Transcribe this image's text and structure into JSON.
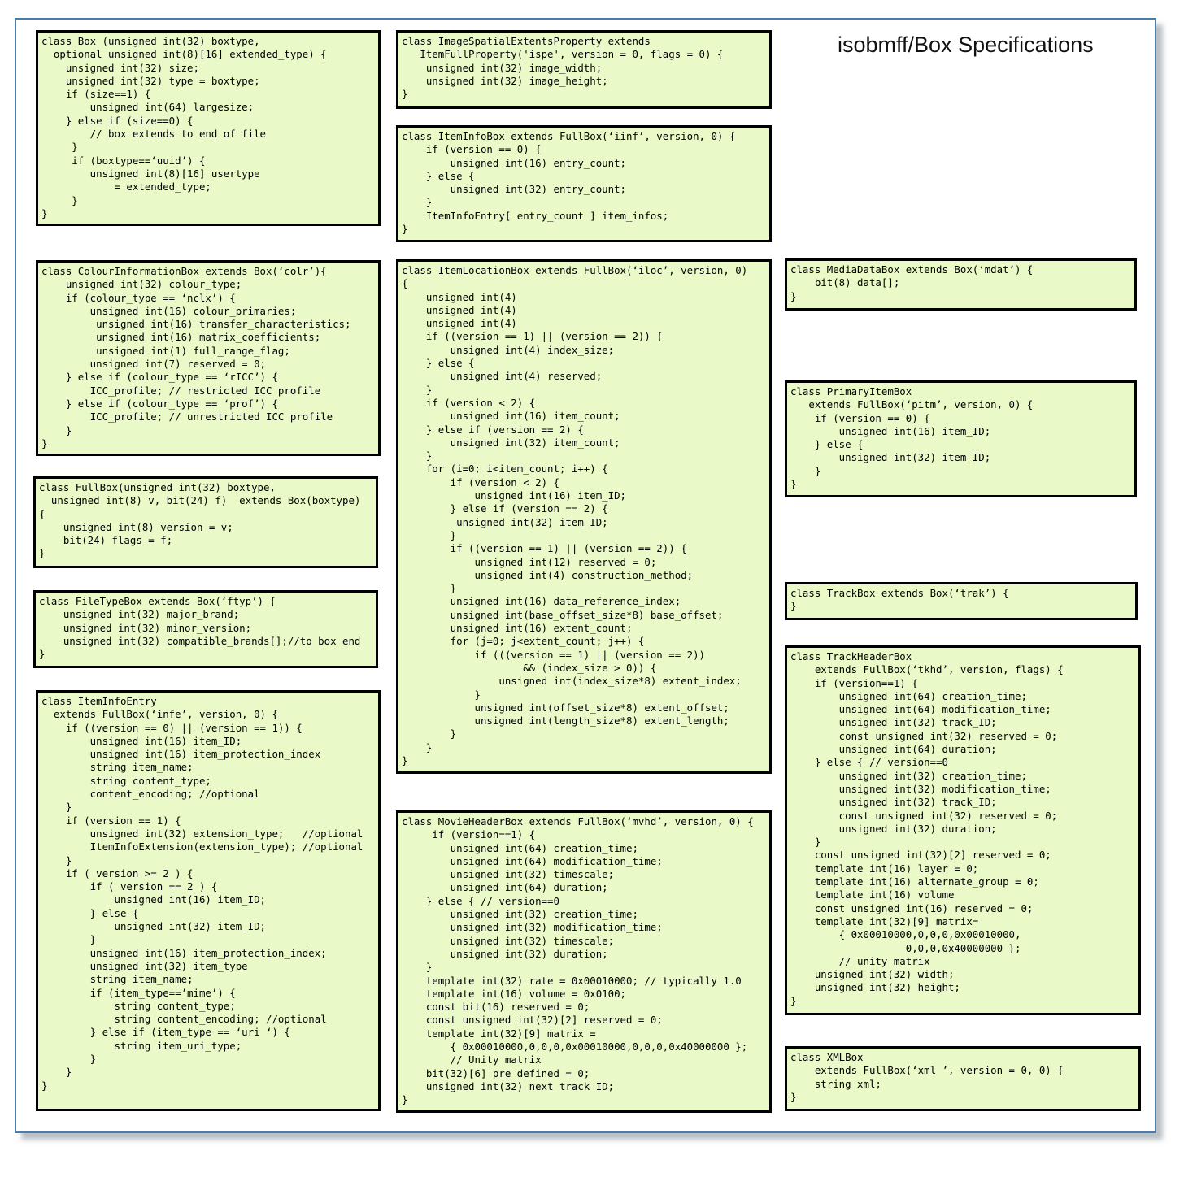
{
  "title": "isobmff/Box Specifications",
  "boxes": {
    "box": "class Box (unsigned int(32) boxtype,\n  optional unsigned int(8)[16] extended_type) {\n    unsigned int(32) size;\n    unsigned int(32) type = boxtype;\n    if (size==1) {\n        unsigned int(64) largesize;\n    } else if (size==0) {\n        // box extends to end of file\n     }\n     if (boxtype==‘uuid’) {\n        unsigned int(8)[16] usertype\n            = extended_type;\n     }\n}",
    "ispe": "class ImageSpatialExtentsProperty extends\n   ItemFullProperty('ispe', version = 0, flags = 0) {\n    unsigned int(32) image_width;\n    unsigned int(32) image_height;\n}",
    "iinf": "class ItemInfoBox extends FullBox(‘iinf’, version, 0) {\n    if (version == 0) {\n        unsigned int(16) entry_count;\n    } else {\n        unsigned int(32) entry_count;\n    }\n    ItemInfoEntry[ entry_count ] item_infos;\n}",
    "colr": "class ColourInformationBox extends Box(‘colr’){\n    unsigned int(32) colour_type;\n    if (colour_type == ‘nclx’) {\n        unsigned int(16) colour_primaries;\n         unsigned int(16) transfer_characteristics;\n         unsigned int(16) matrix_coefficients;\n         unsigned int(1) full_range_flag;\n        unsigned int(7) reserved = 0;\n    } else if (colour_type == ‘rICC’) {\n        ICC_profile; // restricted ICC profile\n    } else if (colour_type == ‘prof’) {\n        ICC_profile; // unrestricted ICC profile\n    }\n}",
    "iloc": "class ItemLocationBox extends FullBox(‘iloc’, version, 0)\n{\n    unsigned int(4)\n    unsigned int(4)\n    unsigned int(4)\n    if ((version == 1) || (version == 2)) {\n        unsigned int(4) index_size;\n    } else {\n        unsigned int(4) reserved;\n    }\n    if (version < 2) {\n        unsigned int(16) item_count;\n    } else if (version == 2) {\n        unsigned int(32) item_count;\n    }\n    for (i=0; i<item_count; i++) {\n        if (version < 2) {\n            unsigned int(16) item_ID;\n        } else if (version == 2) {\n         unsigned int(32) item_ID;\n        }\n        if ((version == 1) || (version == 2)) {\n            unsigned int(12) reserved = 0;\n            unsigned int(4) construction_method;\n        }\n        unsigned int(16) data_reference_index;\n        unsigned int(base_offset_size*8) base_offset;\n        unsigned int(16) extent_count;\n        for (j=0; j<extent_count; j++) {\n            if (((version == 1) || (version == 2))\n                    && (index_size > 0)) {\n                unsigned int(index_size*8) extent_index;\n            }\n            unsigned int(offset_size*8) extent_offset;\n            unsigned int(length_size*8) extent_length;\n        }\n    }\n}",
    "mdat": "class MediaDataBox extends Box(‘mdat’) {\n    bit(8) data[];\n}",
    "fullbox": "class FullBox(unsigned int(32) boxtype,\n  unsigned int(8) v, bit(24) f)  extends Box(boxtype)\n{\n    unsigned int(8) version = v;\n    bit(24) flags = f;\n}",
    "pitm": "class PrimaryItemBox\n   extends FullBox(‘pitm’, version, 0) {\n    if (version == 0) {\n        unsigned int(16) item_ID;\n    } else {\n        unsigned int(32) item_ID;\n    }\n}",
    "ftyp": "class FileTypeBox extends Box(‘ftyp’) {\n    unsigned int(32) major_brand;\n    unsigned int(32) minor_version;\n    unsigned int(32) compatible_brands[];//to box end\n}",
    "trak": "class TrackBox extends Box(‘trak’) {\n}",
    "tkhd": "class TrackHeaderBox\n    extends FullBox(‘tkhd’, version, flags) {\n    if (version==1) {\n        unsigned int(64) creation_time;\n        unsigned int(64) modification_time;\n        unsigned int(32) track_ID;\n        const unsigned int(32) reserved = 0;\n        unsigned int(64) duration;\n    } else { // version==0\n        unsigned int(32) creation_time;\n        unsigned int(32) modification_time;\n        unsigned int(32) track_ID;\n        const unsigned int(32) reserved = 0;\n        unsigned int(32) duration;\n    }\n    const unsigned int(32)[2] reserved = 0;\n    template int(16) layer = 0;\n    template int(16) alternate_group = 0;\n    template int(16) volume\n    const unsigned int(16) reserved = 0;\n    template int(32)[9] matrix=\n        { 0x00010000,0,0,0,0x00010000,\n                   0,0,0,0x40000000 };\n        // unity matrix\n    unsigned int(32) width;\n    unsigned int(32) height;\n}",
    "infe": "class ItemInfoEntry\n  extends FullBox(‘infe’, version, 0) {\n    if ((version == 0) || (version == 1)) {\n        unsigned int(16) item_ID;\n        unsigned int(16) item_protection_index\n        string item_name;\n        string content_type;\n        content_encoding; //optional\n    }\n    if (version == 1) {\n        unsigned int(32) extension_type;   //optional\n        ItemInfoExtension(extension_type); //optional\n    }\n    if ( version >= 2 ) {\n        if ( version == 2 ) {\n            unsigned int(16) item_ID;\n        } else {\n            unsigned int(32) item_ID;\n        }\n        unsigned int(16) item_protection_index;\n        unsigned int(32) item_type\n        string item_name;\n        if (item_type==’mime’) {\n            string content_type;\n            string content_encoding; //optional\n        } else if (item_type == ‘uri ‘) {\n            string item_uri_type;\n        }\n    }\n}",
    "mvhd": "class MovieHeaderBox extends FullBox(‘mvhd’, version, 0) {\n     if (version==1) {\n        unsigned int(64) creation_time;\n        unsigned int(64) modification_time;\n        unsigned int(32) timescale;\n        unsigned int(64) duration;\n    } else { // version==0\n        unsigned int(32) creation_time;\n        unsigned int(32) modification_time;\n        unsigned int(32) timescale;\n        unsigned int(32) duration;\n    }\n    template int(32) rate = 0x00010000; // typically 1.0\n    template int(16) volume = 0x0100;\n    const bit(16) reserved = 0;\n    const unsigned int(32)[2] reserved = 0;\n    template int(32)[9] matrix =\n        { 0x00010000,0,0,0,0x00010000,0,0,0,0x40000000 };\n        // Unity matrix\n    bit(32)[6] pre_defined = 0;\n    unsigned int(32) next_track_ID;\n}",
    "xml": "class XMLBox\n    extends FullBox(‘xml ’, version = 0, 0) {\n    string xml;\n}"
  }
}
